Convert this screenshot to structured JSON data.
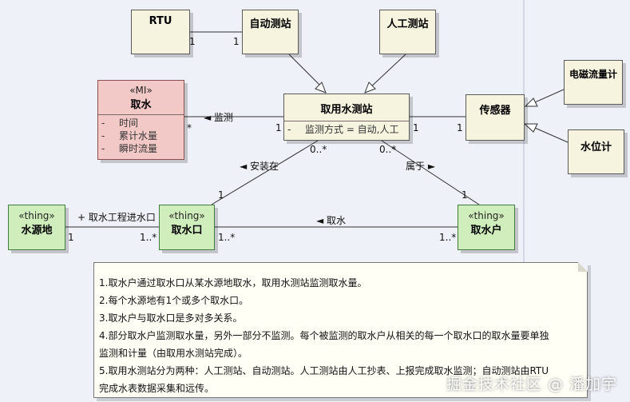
{
  "classes": {
    "rtu": {
      "name": "RTU"
    },
    "auto_station": {
      "name": "自动测站"
    },
    "manual_station": {
      "name": "人工测站"
    },
    "intake": {
      "stereotype": "«MI»",
      "name": "取水",
      "attributes": [
        {
          "marker": "-",
          "text": "时间"
        },
        {
          "marker": "-",
          "text": "累计水量"
        },
        {
          "marker": "-",
          "text": "瞬时流量"
        }
      ]
    },
    "monitor_station": {
      "name": "取用水测站",
      "attributes": [
        {
          "marker": "-",
          "text": "监测方式 = 自动,人工"
        }
      ]
    },
    "sensor": {
      "name": "传感器"
    },
    "em_flowmeter": {
      "name": "电磁流量计"
    },
    "water_level": {
      "name": "水位计"
    },
    "water_source": {
      "stereotype": "«thing»",
      "name": "水源地"
    },
    "intake_port": {
      "stereotype": "«thing»",
      "name": "取水口"
    },
    "water_user": {
      "stereotype": "«thing»",
      "name": "取水户"
    }
  },
  "labels": {
    "monitor": "◄ 监测",
    "install": "◄ 安装在",
    "belongs": "属于 ►",
    "intake_rel": "◄ 取水",
    "project_rel": "+ 取水工程进水口"
  },
  "multiplicities": {
    "rtu_auto_rtu": "1",
    "rtu_auto_auto": "1",
    "monitor_intake": "*",
    "monitor_station_left": "1",
    "sensor_station": "1",
    "sensor_right": "1",
    "install_station": "0..*",
    "install_port": "1",
    "belongs_station": "0..*",
    "belongs_user": "1",
    "source_side": "1",
    "port_left": "1..*",
    "port_right": "1..*",
    "user_left": "1..*"
  },
  "note": {
    "lines": [
      "1.取水户通过取水口从某水源地取水，取用水测站监测取水量。",
      "2.每个水源地有1个或多个取水口。",
      "3.取水户与取水口是多对多关系。",
      "4.部分取水户监测取水量，另外一部分不监测。每个被监测的取水户从相关的每一个取水口的取水量要单独",
      "监测和计量（由取用水测站完成）。",
      "5.取用水测站分为两种：人工测站、自动测站。人工测站由人工抄表、上报完成取水监测；自动测站由RTU",
      "完成水表数据采集和远传。"
    ]
  },
  "watermark": "掘金技术社区 @ 潘加宇"
}
